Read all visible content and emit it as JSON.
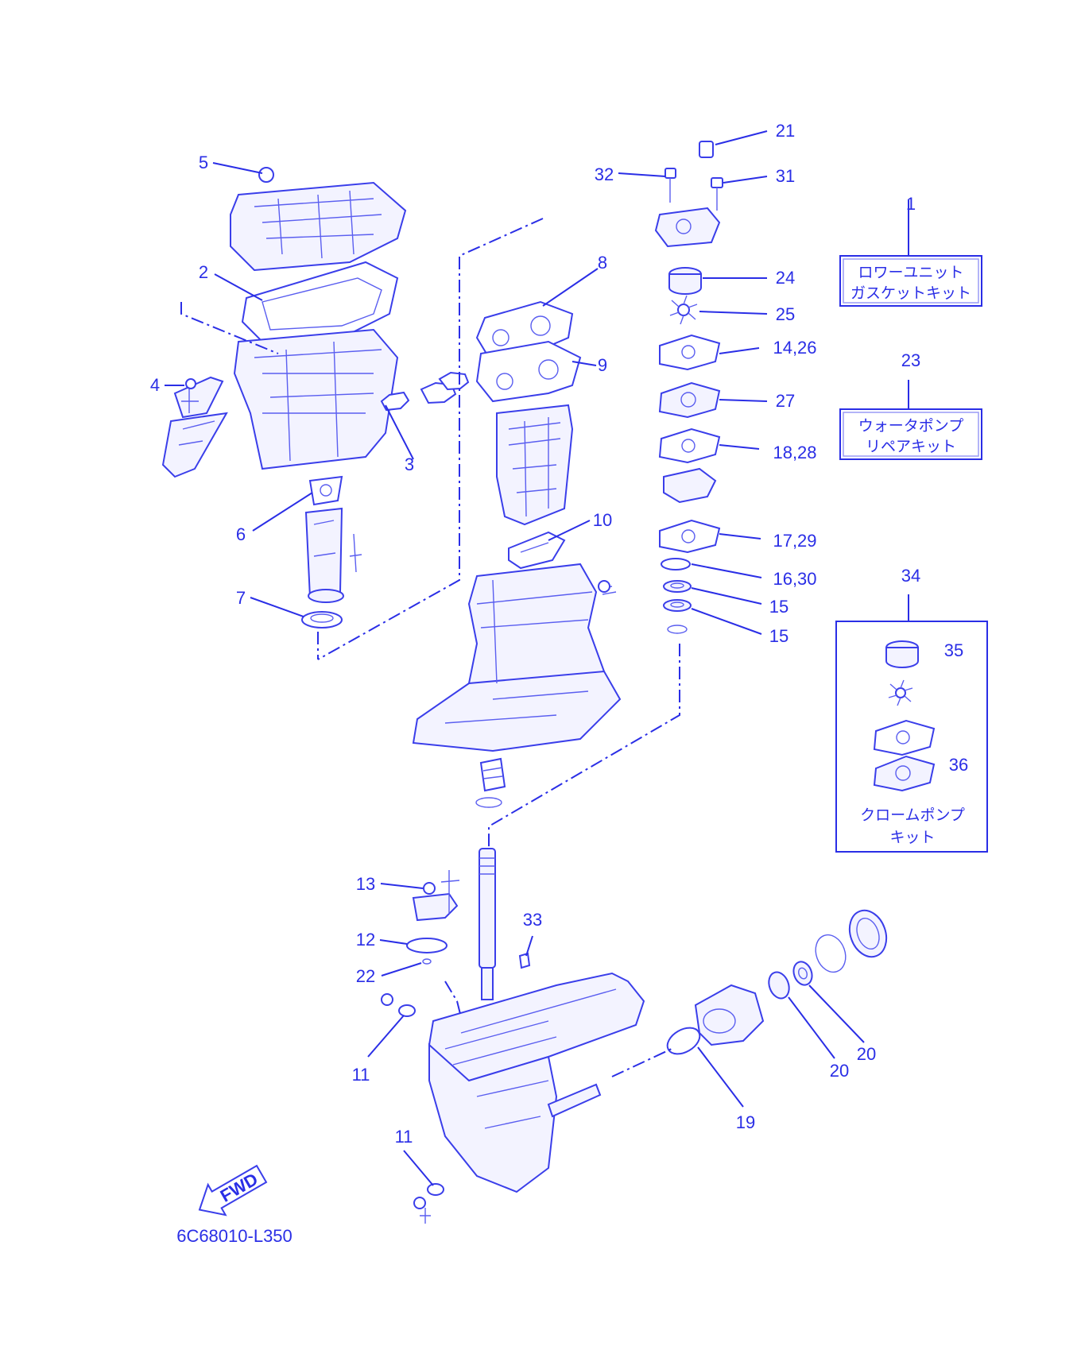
{
  "diagram": {
    "code": "6C68010-L350",
    "fwd_label": "FWD",
    "callouts": [
      "1",
      "2",
      "3",
      "4",
      "5",
      "6",
      "7",
      "8",
      "9",
      "10",
      "11",
      "11",
      "12",
      "13",
      "14,26",
      "15",
      "15",
      "16,30",
      "17,29",
      "18,28",
      "19",
      "20",
      "20",
      "21",
      "22",
      "23",
      "24",
      "25",
      "27",
      "31",
      "32",
      "33",
      "34",
      "35",
      "36"
    ],
    "kits": {
      "lower_unit_gasket_kit": {
        "line1": "ロワーユニット",
        "line2": "ガスケットキット"
      },
      "water_pump_repair_kit": {
        "line1": "ウォータポンプ",
        "line2": "リペアキット"
      },
      "chrome_pump_kit": {
        "line1": "クロームポンプ",
        "line2": "キット"
      }
    }
  }
}
